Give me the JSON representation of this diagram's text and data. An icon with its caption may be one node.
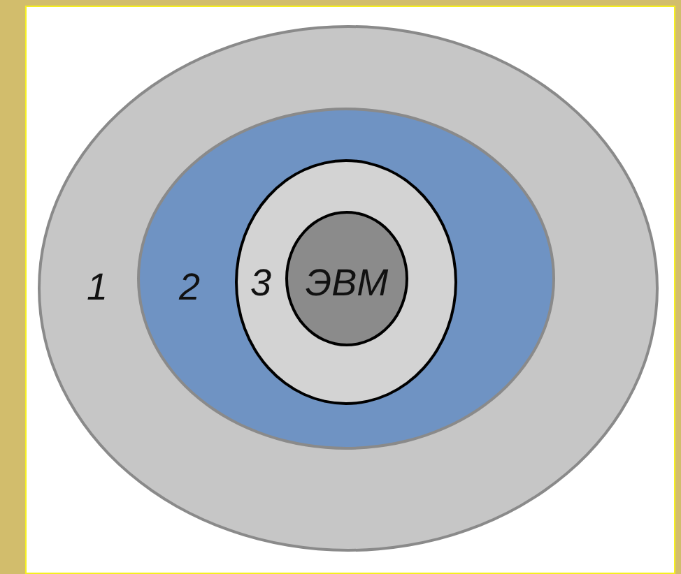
{
  "diagram": {
    "nodes": [
      {
        "text": [
          "1"
        ]
      },
      {
        "text": [
          "2"
        ],
        "in": 0
      },
      {
        "text": [
          "3"
        ],
        "in": 1
      },
      {
        "text": [
          "ЭВМ"
        ],
        "in": 2
      }
    ]
  }
}
